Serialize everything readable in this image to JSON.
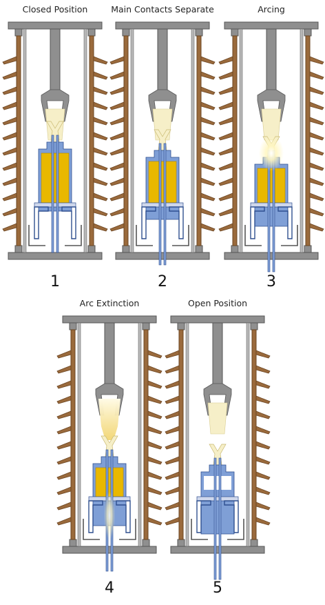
{
  "panels": [
    {
      "title": "Closed Position",
      "number": "1"
    },
    {
      "title": "Main Contacts Separate",
      "number": "2"
    },
    {
      "title": "Arcing",
      "number": "3"
    },
    {
      "title": "Arc Extinction",
      "number": "4"
    },
    {
      "title": "Open Position",
      "number": "5"
    }
  ],
  "colors": {
    "frame": "#8f8f8f",
    "insulator": "#9a6a3c",
    "insulator_dark": "#6b4522",
    "blue": "#7f9fd6",
    "blue_dark": "#2f4f8f",
    "gold": "#e9b800",
    "cream": "#f6efc8"
  }
}
